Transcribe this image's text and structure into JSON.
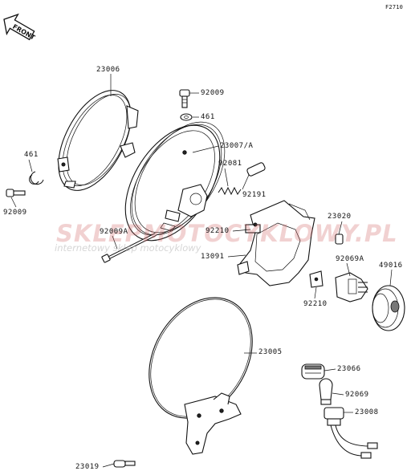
{
  "figure_code": "F2710",
  "front_label": "FRONT",
  "watermark": {
    "main": "SKLEPMOTOCYKLOWY.PL",
    "sub": "internetowy sklep motocyklowy"
  },
  "part_labels": [
    {
      "id": "l1",
      "text": "23006"
    },
    {
      "id": "l2",
      "text": "92009"
    },
    {
      "id": "l3",
      "text": "461"
    },
    {
      "id": "l4",
      "text": "23007/A"
    },
    {
      "id": "l5",
      "text": "461"
    },
    {
      "id": "l6",
      "text": "92081"
    },
    {
      "id": "l7",
      "text": "92191"
    },
    {
      "id": "l8",
      "text": "92009"
    },
    {
      "id": "l9",
      "text": "92009A"
    },
    {
      "id": "l10",
      "text": "92210"
    },
    {
      "id": "l11",
      "text": "23020"
    },
    {
      "id": "l12",
      "text": "13091"
    },
    {
      "id": "l13",
      "text": "92069A"
    },
    {
      "id": "l14",
      "text": "49016"
    },
    {
      "id": "l15",
      "text": "92210"
    },
    {
      "id": "l16",
      "text": "23005"
    },
    {
      "id": "l17",
      "text": "23066"
    },
    {
      "id": "l18",
      "text": "92069"
    },
    {
      "id": "l19",
      "text": "23008"
    },
    {
      "id": "l20",
      "text": "23019"
    }
  ]
}
